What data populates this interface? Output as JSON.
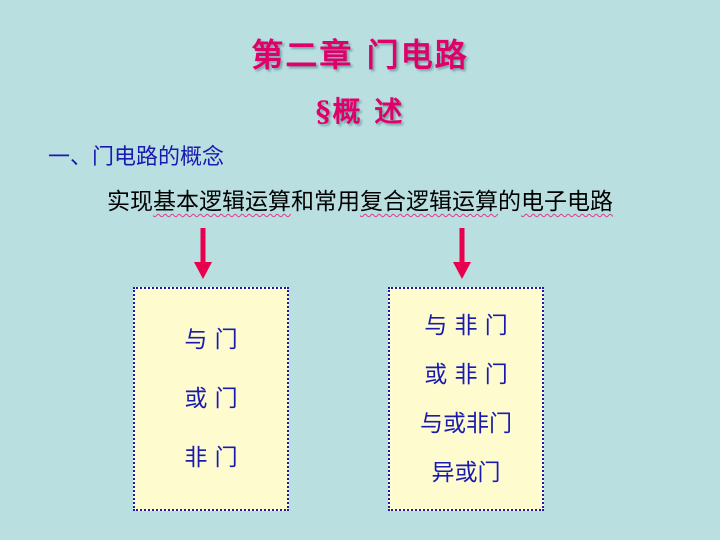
{
  "slide": {
    "title": "第二章  门电路",
    "subtitle": "§概  述",
    "section_heading": "一、门电路的概念",
    "definition": {
      "p1": "实现",
      "u1": "基本逻辑运算",
      "p2": "和常用",
      "u2": "复合逻辑运算",
      "p3": "的",
      "u3": "电子电路"
    },
    "basic_gates": [
      "与  门",
      "或  门",
      "非  门"
    ],
    "compound_gates": [
      "与 非 门",
      "或 非 门",
      "与或非门",
      "异或门"
    ]
  },
  "colors": {
    "background": "#b9dfe1",
    "title": "#e0006a",
    "heading": "#1a1ab0",
    "arrow": "#e8004f",
    "box_fill": "#fefccf",
    "box_border": "#1a1ab0",
    "underline": "#e03a8a"
  }
}
